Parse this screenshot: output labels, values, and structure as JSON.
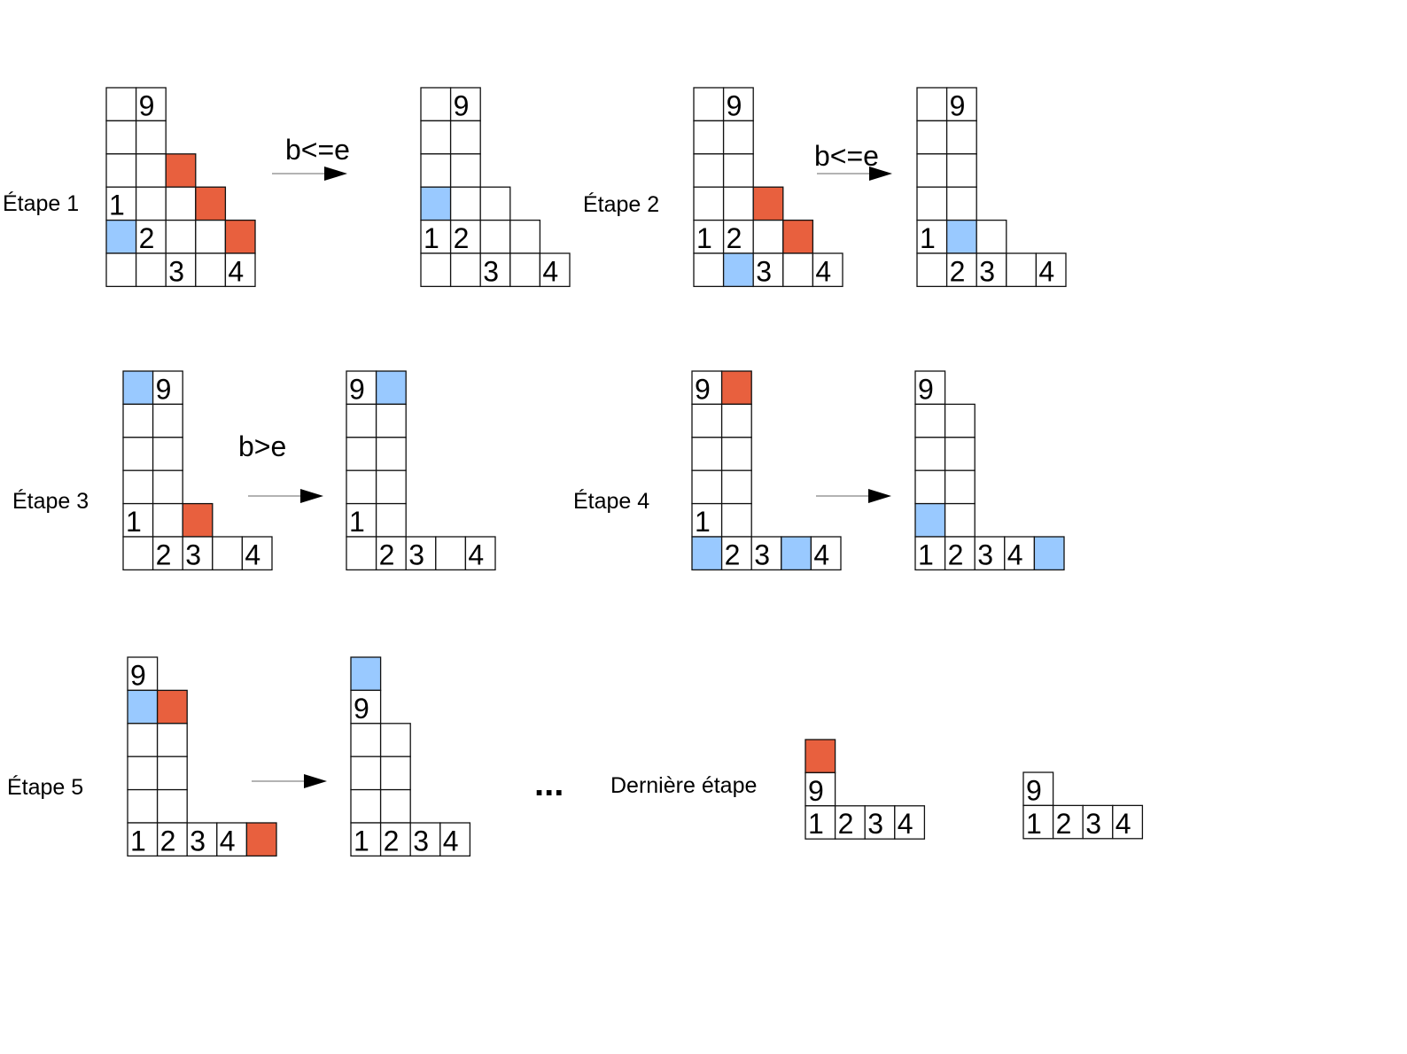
{
  "colors": {
    "blue": "#99c9ff",
    "red": "#e8603e",
    "white": "#ffffff"
  },
  "step_labels": {
    "step1": "Étape 1",
    "step2": "Étape 2",
    "step3": "Étape 3",
    "step4": "Étape 4",
    "step5": "Étape 5",
    "last": "Dernière étape"
  },
  "arrow_labels": {
    "step1": "b<=e",
    "step2": "b<=e",
    "step3": "b>e",
    "step4": "",
    "step5": ""
  },
  "ellipsis": "...",
  "grids": [
    {
      "id": "step1-before",
      "cells": [
        [
          0,
          0,
          "w",
          ""
        ],
        [
          1,
          0,
          "w",
          "9"
        ],
        [
          0,
          1,
          "w",
          ""
        ],
        [
          1,
          1,
          "w",
          ""
        ],
        [
          0,
          2,
          "w",
          ""
        ],
        [
          1,
          2,
          "w",
          ""
        ],
        [
          2,
          2,
          "r",
          ""
        ],
        [
          0,
          3,
          "w",
          "1"
        ],
        [
          1,
          3,
          "w",
          ""
        ],
        [
          2,
          3,
          "w",
          ""
        ],
        [
          3,
          3,
          "r",
          ""
        ],
        [
          0,
          4,
          "b",
          ""
        ],
        [
          1,
          4,
          "w",
          "2"
        ],
        [
          2,
          4,
          "w",
          ""
        ],
        [
          3,
          4,
          "w",
          ""
        ],
        [
          4,
          4,
          "r",
          ""
        ],
        [
          0,
          5,
          "w",
          ""
        ],
        [
          1,
          5,
          "w",
          ""
        ],
        [
          2,
          5,
          "w",
          "3"
        ],
        [
          3,
          5,
          "w",
          ""
        ],
        [
          4,
          5,
          "w",
          "4"
        ]
      ]
    },
    {
      "id": "step1-after",
      "cells": [
        [
          0,
          0,
          "w",
          ""
        ],
        [
          1,
          0,
          "w",
          "9"
        ],
        [
          0,
          1,
          "w",
          ""
        ],
        [
          1,
          1,
          "w",
          ""
        ],
        [
          0,
          2,
          "w",
          ""
        ],
        [
          1,
          2,
          "w",
          ""
        ],
        [
          0,
          3,
          "b",
          ""
        ],
        [
          1,
          3,
          "w",
          ""
        ],
        [
          2,
          3,
          "w",
          ""
        ],
        [
          0,
          4,
          "w",
          "1"
        ],
        [
          1,
          4,
          "w",
          "2"
        ],
        [
          2,
          4,
          "w",
          ""
        ],
        [
          3,
          4,
          "w",
          ""
        ],
        [
          0,
          5,
          "w",
          ""
        ],
        [
          1,
          5,
          "w",
          ""
        ],
        [
          2,
          5,
          "w",
          "3"
        ],
        [
          3,
          5,
          "w",
          ""
        ],
        [
          4,
          5,
          "w",
          "4"
        ]
      ]
    },
    {
      "id": "step2-before",
      "cells": [
        [
          0,
          0,
          "w",
          ""
        ],
        [
          1,
          0,
          "w",
          "9"
        ],
        [
          0,
          1,
          "w",
          ""
        ],
        [
          1,
          1,
          "w",
          ""
        ],
        [
          0,
          2,
          "w",
          ""
        ],
        [
          1,
          2,
          "w",
          ""
        ],
        [
          0,
          3,
          "w",
          ""
        ],
        [
          1,
          3,
          "w",
          ""
        ],
        [
          2,
          3,
          "r",
          ""
        ],
        [
          0,
          4,
          "w",
          "1"
        ],
        [
          1,
          4,
          "w",
          "2"
        ],
        [
          2,
          4,
          "w",
          ""
        ],
        [
          3,
          4,
          "r",
          ""
        ],
        [
          0,
          5,
          "w",
          ""
        ],
        [
          1,
          5,
          "b",
          ""
        ],
        [
          2,
          5,
          "w",
          "3"
        ],
        [
          3,
          5,
          "w",
          ""
        ],
        [
          4,
          5,
          "w",
          "4"
        ]
      ]
    },
    {
      "id": "step2-after",
      "cells": [
        [
          0,
          0,
          "w",
          ""
        ],
        [
          1,
          0,
          "w",
          "9"
        ],
        [
          0,
          1,
          "w",
          ""
        ],
        [
          1,
          1,
          "w",
          ""
        ],
        [
          0,
          2,
          "w",
          ""
        ],
        [
          1,
          2,
          "w",
          ""
        ],
        [
          0,
          3,
          "w",
          ""
        ],
        [
          1,
          3,
          "w",
          ""
        ],
        [
          0,
          4,
          "w",
          "1"
        ],
        [
          1,
          4,
          "b",
          ""
        ],
        [
          2,
          4,
          "w",
          ""
        ],
        [
          0,
          5,
          "w",
          ""
        ],
        [
          1,
          5,
          "w",
          "2"
        ],
        [
          2,
          5,
          "w",
          "3"
        ],
        [
          3,
          5,
          "w",
          ""
        ],
        [
          4,
          5,
          "w",
          "4"
        ]
      ]
    },
    {
      "id": "step3-before",
      "cells": [
        [
          0,
          0,
          "b",
          ""
        ],
        [
          1,
          0,
          "w",
          "9"
        ],
        [
          0,
          1,
          "w",
          ""
        ],
        [
          1,
          1,
          "w",
          ""
        ],
        [
          0,
          2,
          "w",
          ""
        ],
        [
          1,
          2,
          "w",
          ""
        ],
        [
          0,
          3,
          "w",
          ""
        ],
        [
          1,
          3,
          "w",
          ""
        ],
        [
          0,
          4,
          "w",
          "1"
        ],
        [
          1,
          4,
          "w",
          ""
        ],
        [
          2,
          4,
          "r",
          ""
        ],
        [
          0,
          5,
          "w",
          ""
        ],
        [
          1,
          5,
          "w",
          "2"
        ],
        [
          2,
          5,
          "w",
          "3"
        ],
        [
          3,
          5,
          "w",
          ""
        ],
        [
          4,
          5,
          "w",
          "4"
        ]
      ]
    },
    {
      "id": "step3-after",
      "cells": [
        [
          0,
          0,
          "w",
          "9"
        ],
        [
          1,
          0,
          "b",
          ""
        ],
        [
          0,
          1,
          "w",
          ""
        ],
        [
          1,
          1,
          "w",
          ""
        ],
        [
          0,
          2,
          "w",
          ""
        ],
        [
          1,
          2,
          "w",
          ""
        ],
        [
          0,
          3,
          "w",
          ""
        ],
        [
          1,
          3,
          "w",
          ""
        ],
        [
          0,
          4,
          "w",
          "1"
        ],
        [
          1,
          4,
          "w",
          ""
        ],
        [
          0,
          5,
          "w",
          ""
        ],
        [
          1,
          5,
          "w",
          "2"
        ],
        [
          2,
          5,
          "w",
          "3"
        ],
        [
          3,
          5,
          "w",
          ""
        ],
        [
          4,
          5,
          "w",
          "4"
        ]
      ]
    },
    {
      "id": "step4-before",
      "cells": [
        [
          0,
          0,
          "w",
          "9"
        ],
        [
          1,
          0,
          "r",
          ""
        ],
        [
          0,
          1,
          "w",
          ""
        ],
        [
          1,
          1,
          "w",
          ""
        ],
        [
          0,
          2,
          "w",
          ""
        ],
        [
          1,
          2,
          "w",
          ""
        ],
        [
          0,
          3,
          "w",
          ""
        ],
        [
          1,
          3,
          "w",
          ""
        ],
        [
          0,
          4,
          "w",
          "1"
        ],
        [
          1,
          4,
          "w",
          ""
        ],
        [
          0,
          5,
          "b",
          ""
        ],
        [
          1,
          5,
          "w",
          "2"
        ],
        [
          2,
          5,
          "w",
          "3"
        ],
        [
          3,
          5,
          "b",
          ""
        ],
        [
          4,
          5,
          "w",
          "4"
        ]
      ]
    },
    {
      "id": "step4-after",
      "cells": [
        [
          0,
          0,
          "w",
          "9"
        ],
        [
          0,
          1,
          "w",
          ""
        ],
        [
          1,
          1,
          "w",
          ""
        ],
        [
          0,
          2,
          "w",
          ""
        ],
        [
          1,
          2,
          "w",
          ""
        ],
        [
          0,
          3,
          "w",
          ""
        ],
        [
          1,
          3,
          "w",
          ""
        ],
        [
          0,
          4,
          "b",
          ""
        ],
        [
          1,
          4,
          "w",
          ""
        ],
        [
          0,
          5,
          "w",
          "1"
        ],
        [
          1,
          5,
          "w",
          "2"
        ],
        [
          2,
          5,
          "w",
          "3"
        ],
        [
          3,
          5,
          "w",
          "4"
        ],
        [
          4,
          5,
          "b",
          ""
        ]
      ]
    },
    {
      "id": "step5-before",
      "cells": [
        [
          0,
          0,
          "w",
          "9"
        ],
        [
          0,
          1,
          "b",
          ""
        ],
        [
          1,
          1,
          "r",
          ""
        ],
        [
          0,
          2,
          "w",
          ""
        ],
        [
          1,
          2,
          "w",
          ""
        ],
        [
          0,
          3,
          "w",
          ""
        ],
        [
          1,
          3,
          "w",
          ""
        ],
        [
          0,
          4,
          "w",
          ""
        ],
        [
          1,
          4,
          "w",
          ""
        ],
        [
          0,
          5,
          "w",
          "1"
        ],
        [
          1,
          5,
          "w",
          "2"
        ],
        [
          2,
          5,
          "w",
          "3"
        ],
        [
          3,
          5,
          "w",
          "4"
        ],
        [
          4,
          5,
          "r",
          ""
        ]
      ]
    },
    {
      "id": "step5-after",
      "cells": [
        [
          0,
          0,
          "b",
          ""
        ],
        [
          0,
          1,
          "w",
          "9"
        ],
        [
          0,
          2,
          "w",
          ""
        ],
        [
          1,
          2,
          "w",
          ""
        ],
        [
          0,
          3,
          "w",
          ""
        ],
        [
          1,
          3,
          "w",
          ""
        ],
        [
          0,
          4,
          "w",
          ""
        ],
        [
          1,
          4,
          "w",
          ""
        ],
        [
          0,
          5,
          "w",
          "1"
        ],
        [
          1,
          5,
          "w",
          "2"
        ],
        [
          2,
          5,
          "w",
          "3"
        ],
        [
          3,
          5,
          "w",
          "4"
        ]
      ]
    },
    {
      "id": "last-before",
      "cells": [
        [
          0,
          0,
          "r",
          ""
        ],
        [
          0,
          1,
          "w",
          "9"
        ],
        [
          0,
          2,
          "w",
          "1"
        ],
        [
          1,
          2,
          "w",
          "2"
        ],
        [
          2,
          2,
          "w",
          "3"
        ],
        [
          3,
          2,
          "w",
          "4"
        ]
      ]
    },
    {
      "id": "last-after",
      "cells": [
        [
          0,
          0,
          "w",
          "9"
        ],
        [
          0,
          1,
          "w",
          "1"
        ],
        [
          1,
          1,
          "w",
          "2"
        ],
        [
          2,
          1,
          "w",
          "3"
        ],
        [
          3,
          1,
          "w",
          "4"
        ]
      ]
    }
  ]
}
